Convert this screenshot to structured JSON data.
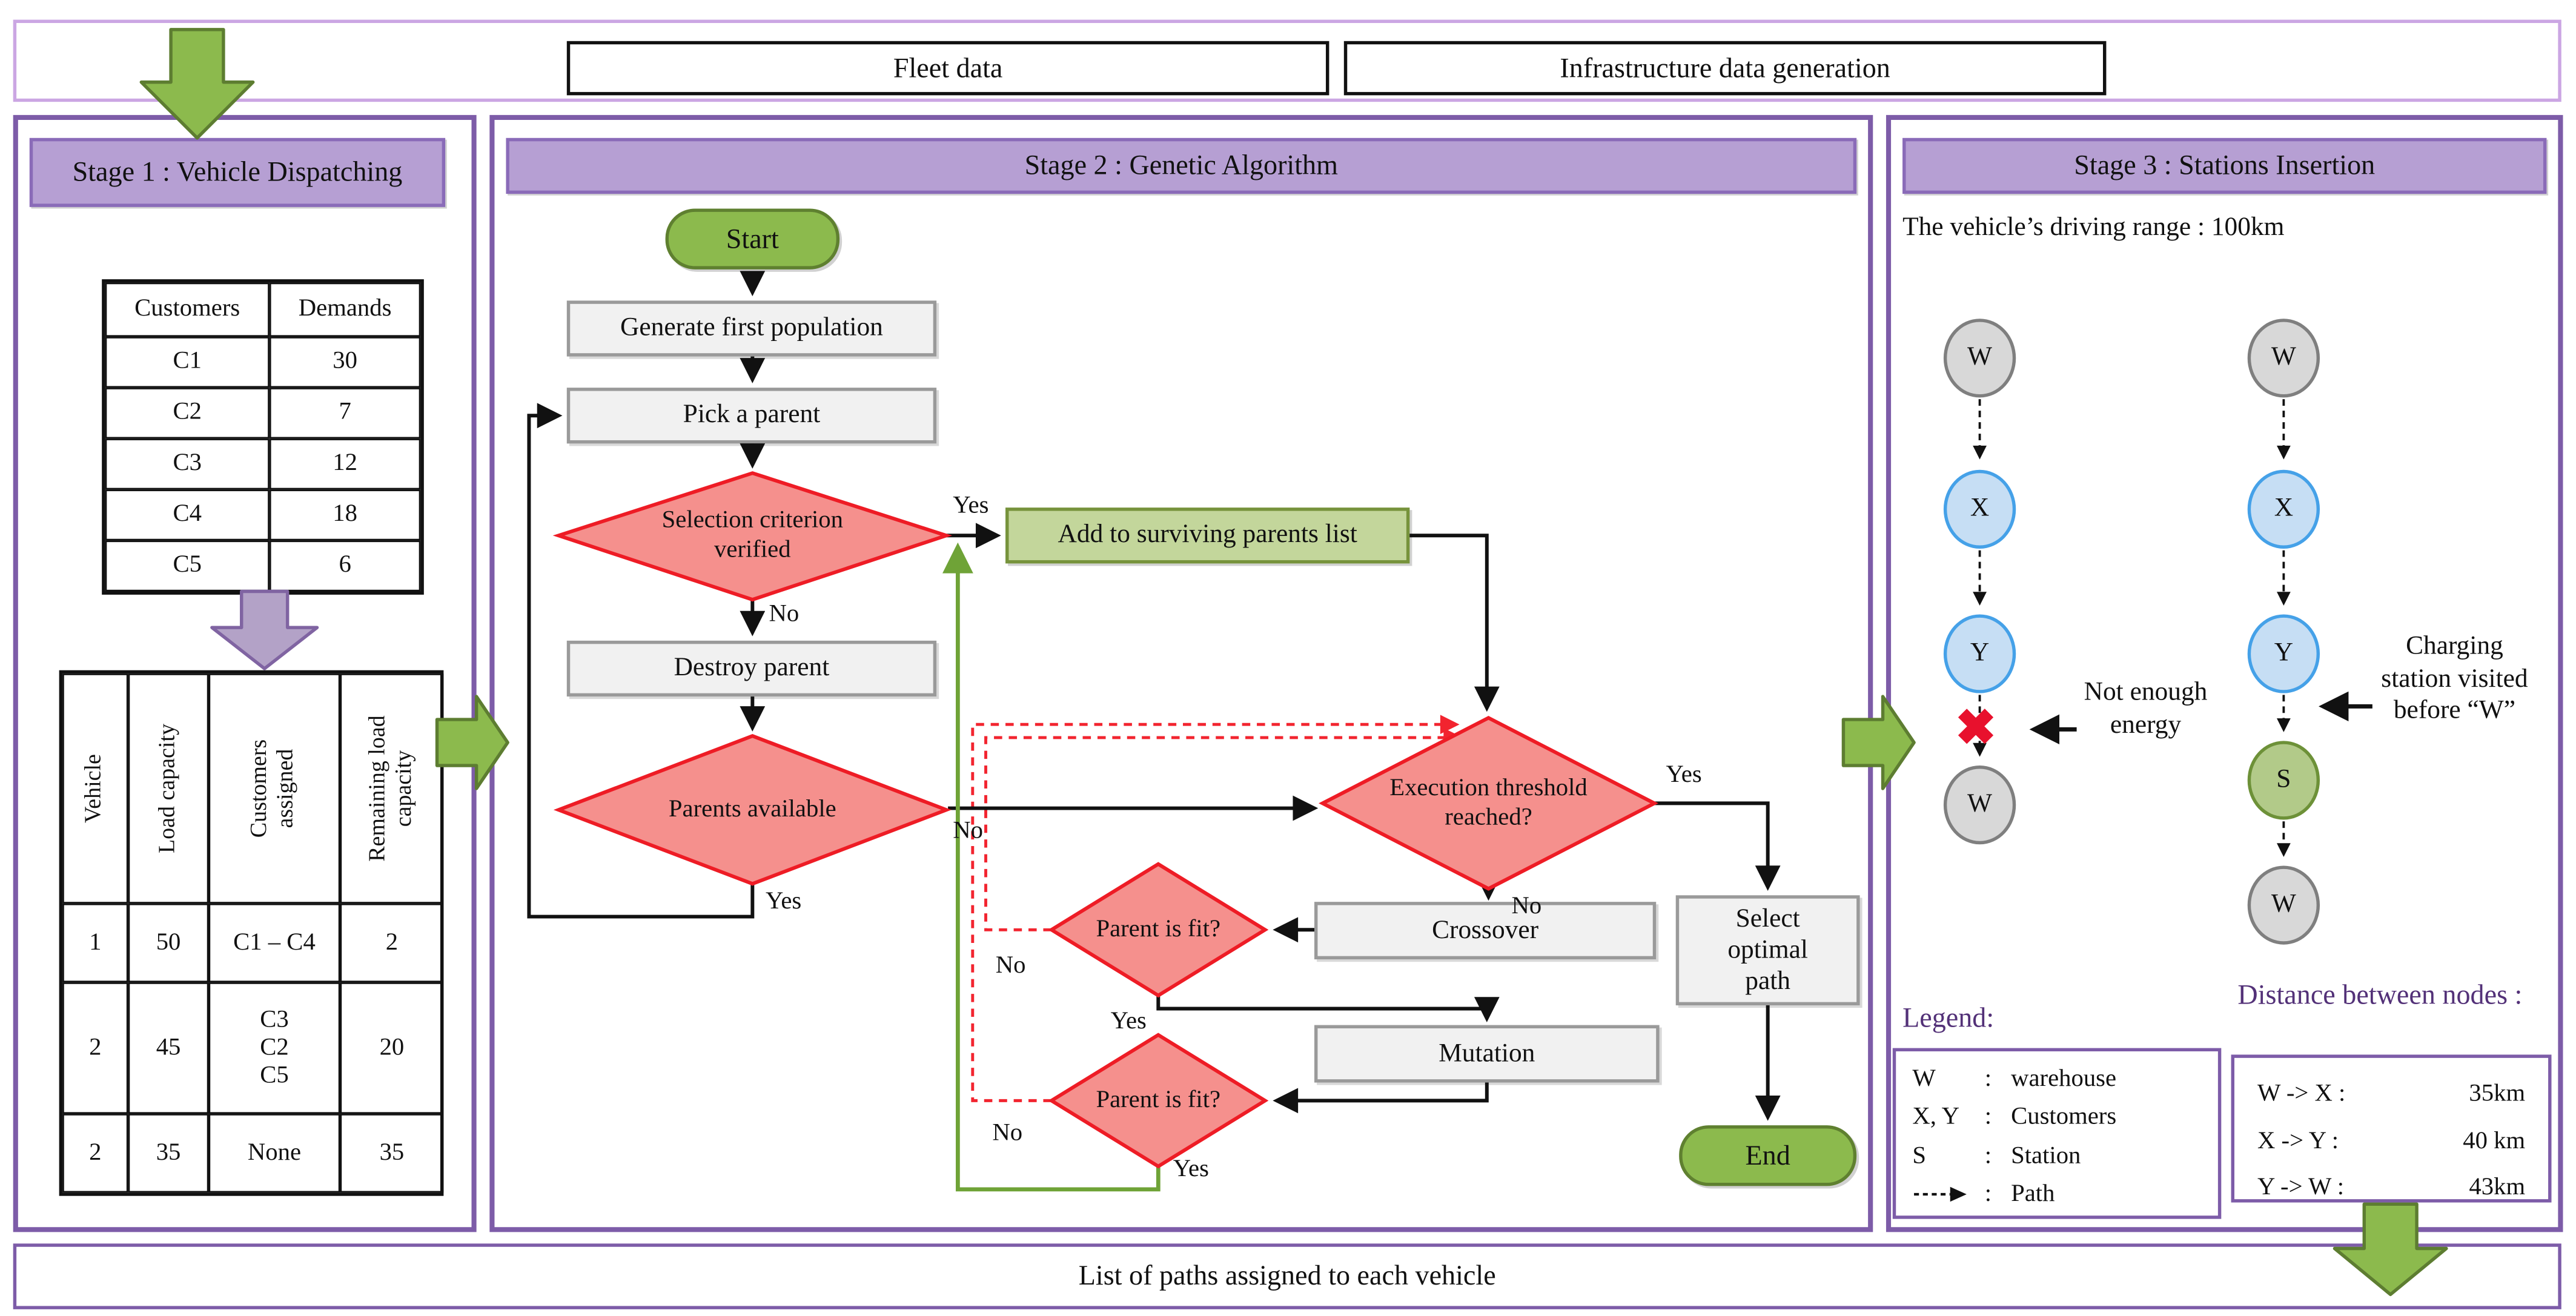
{
  "top": {
    "fleet_box": "Fleet data",
    "infra_box": "Infrastructure data generation"
  },
  "stage1": {
    "title": "Stage 1 : Vehicle Dispatching",
    "customers_table": {
      "headers": [
        "Customers",
        "Demands"
      ],
      "rows": [
        [
          "C1",
          "30"
        ],
        [
          "C2",
          "7"
        ],
        [
          "C3",
          "12"
        ],
        [
          "C4",
          "18"
        ],
        [
          "C5",
          "6"
        ]
      ]
    },
    "vehicles_table": {
      "headers": [
        "Vehicle",
        "Load capacity",
        "Customers\nassigned",
        "Remaining load\ncapacity"
      ],
      "rows": [
        [
          "1",
          "50",
          "C1 – C4",
          "2"
        ],
        [
          "2",
          "45",
          "C3\nC2\nC5",
          "20"
        ],
        [
          "2",
          "35",
          "None",
          "35"
        ]
      ]
    }
  },
  "stage2": {
    "title": "Stage 2 : Genetic Algorithm",
    "nodes": {
      "start": "Start",
      "generate": "Generate first population",
      "pick": "Pick a parent",
      "selection": "Selection criterion verified",
      "add_surviving": "Add to surviving parents list",
      "destroy": "Destroy parent",
      "parents_available": "Parents available",
      "execution": "Execution threshold reached?",
      "crossover": "Crossover",
      "parent_fit1": "Parent is fit?",
      "mutation": "Mutation",
      "parent_fit2": "Parent is fit?",
      "select_optimal": "Select optimal path",
      "end": "End"
    },
    "labels": {
      "yes": "Yes",
      "no": "No"
    }
  },
  "stage3": {
    "title": "Stage 3 : Stations Insertion",
    "driving_range": "The vehicle’s driving range : 100km",
    "left_route": [
      "W",
      "X",
      "Y",
      "W"
    ],
    "right_route": [
      "W",
      "X",
      "Y",
      "S",
      "W"
    ],
    "cross_icon": "✖",
    "annotations": {
      "not_enough_energy": "Not enough energy",
      "charging_station": "Charging station visited before “W”"
    },
    "legend": {
      "title": "Legend:",
      "colon": ":",
      "rows": [
        {
          "symbol": "W",
          "label": "warehouse"
        },
        {
          "symbol": "X, Y",
          "label": "Customers"
        },
        {
          "symbol": "S",
          "label": "Station"
        },
        {
          "symbol": "path-arrow",
          "label": "Path"
        }
      ]
    },
    "distances": {
      "title": "Distance between nodes :",
      "rows": [
        {
          "pair": "W -> X :",
          "value": "35km"
        },
        {
          "pair": "X -> Y :",
          "value": "40 km"
        },
        {
          "pair": "Y -> W :",
          "value": "43km"
        }
      ]
    }
  },
  "bottom": {
    "banner": "List of paths assigned to each vehicle"
  },
  "colors": {
    "panel_border": "#7d5ca8",
    "header_fill": "#b69fd3",
    "band_border": "#cba6e3",
    "green": "#8cba4d",
    "green_dark": "#5f8030",
    "light_green_box": "#c3d69b",
    "diamond_fill": "#f5908d",
    "diamond_border": "#ee1c25",
    "process_fill": "#f1f1f1",
    "node_blue": "#c6def4",
    "node_gray": "#d8d8d8",
    "node_green": "#b2ca89",
    "purple_arrow": "#b3a2c7",
    "dashed_red": "#f2242f",
    "green_line": "#6fa337",
    "purple_text": "#533178",
    "cross_red": "#e8112d"
  }
}
